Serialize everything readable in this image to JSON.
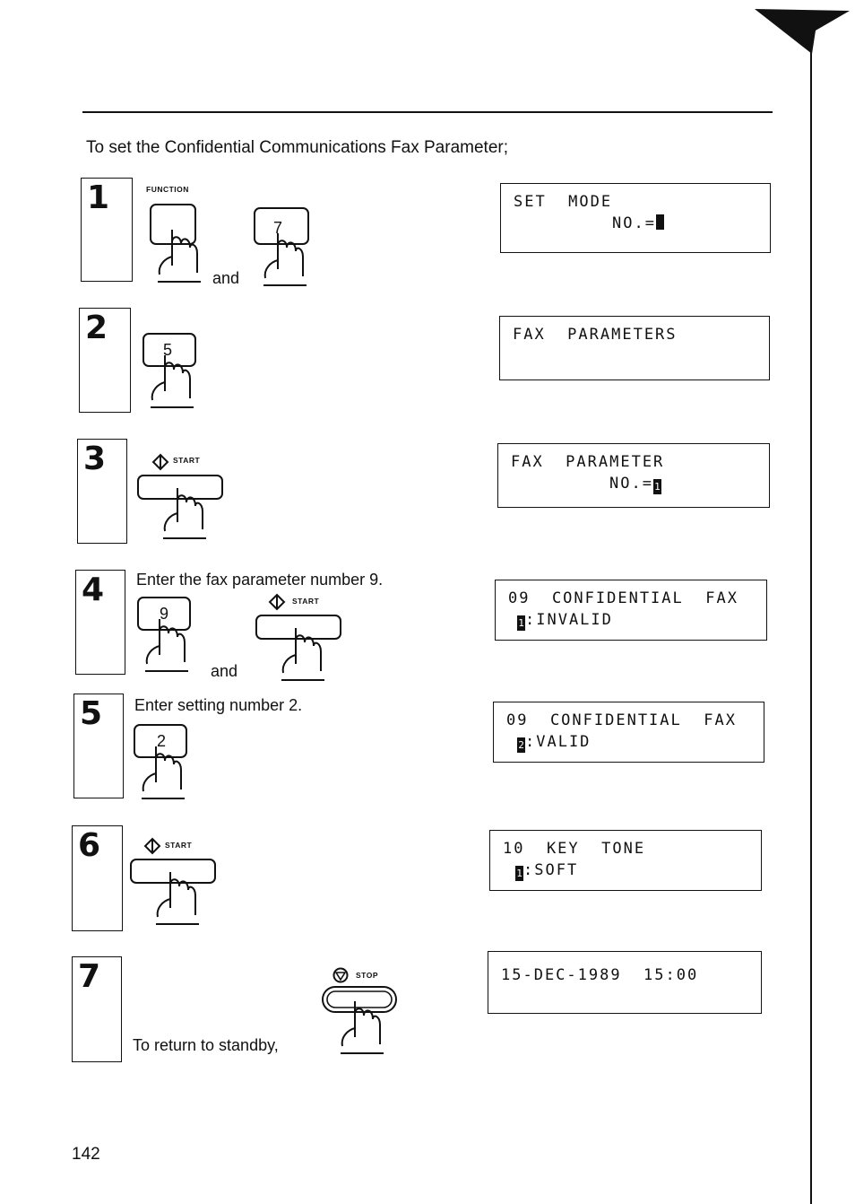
{
  "intro": "To set the Confidential Communications Fax Parameter;",
  "page_number": "142",
  "steps": [
    {
      "num": "1",
      "label": "FUNCTION",
      "key2": "7",
      "and": "and",
      "lcd": {
        "line1": "SET  MODE",
        "line2": "NO.=",
        "cursor": ""
      }
    },
    {
      "num": "2",
      "key1": "5",
      "lcd": {
        "line1": "FAX  PARAMETERS"
      }
    },
    {
      "num": "3",
      "label": "START",
      "lcd": {
        "line1": "FAX  PARAMETER",
        "line2": "NO.=",
        "cursor": "1"
      }
    },
    {
      "num": "4",
      "text": "Enter the fax parameter number 9.",
      "key1": "9",
      "label": "START",
      "and": "and",
      "lcd": {
        "line1": "09  CONFIDENTIAL  FAX",
        "line2": ":INVALID",
        "cursor": "1"
      }
    },
    {
      "num": "5",
      "text": "Enter setting number 2.",
      "key1": "2",
      "lcd": {
        "line1": "09  CONFIDENTIAL  FAX",
        "line2": ":VALID",
        "cursor": "2"
      }
    },
    {
      "num": "6",
      "label": "START",
      "lcd": {
        "line1": "10  KEY  TONE",
        "line2": ":SOFT",
        "cursor": "1"
      }
    },
    {
      "num": "7",
      "text": "To return to standby,",
      "label": "STOP",
      "lcd": {
        "line1": "15-DEC-1989  15:00"
      }
    }
  ]
}
